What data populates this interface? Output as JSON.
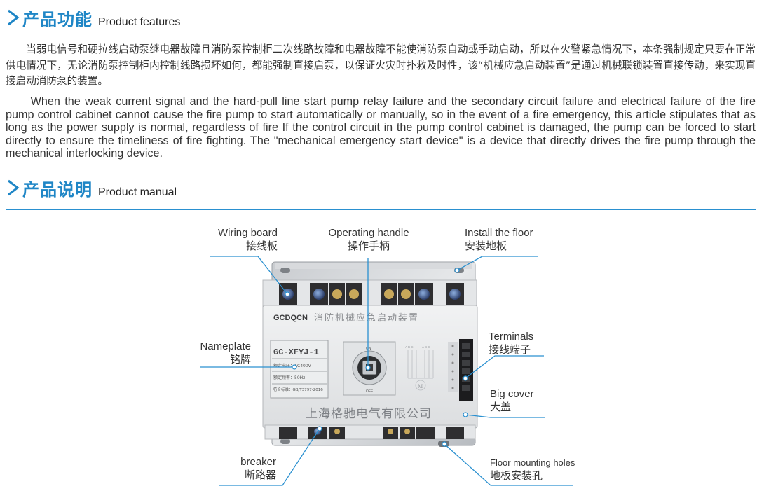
{
  "features": {
    "title_zh": "产品功能",
    "title_en": "Product features",
    "text_zh": "当弱电信号和硬拉线启动泵继电器故障且消防泵控制柜二次线路故障和电器故障不能使消防泵自动或手动启动，所以在火警紧急情况下，本条强制规定只要在正常供电情况下，无论消防泵控制柜内控制线路损坏如何，都能强制直接启泵，以保证火灾时扑救及时性，该“机械应急启动装置”是通过机械联锁装置直接传动，来实现直接启动消防泵的装置。",
    "text_en": "When the weak current signal and the hard-pull line start pump relay failure and the secondary circuit failure and electrical failure of the fire pump control cabinet cannot cause the fire pump to start automatically or manually, so in the event of a fire emergency, this article stipulates that as long as the power supply is normal, regardless of fire If the control circuit in the pump control cabinet is damaged, the pump can be forced to start directly to ensure the timeliness of fire fighting. The \"mechanical emergency start device\" is a device that directly drives the fire pump through the mechanical interlocking device."
  },
  "manual": {
    "title_zh": "产品说明",
    "title_en": "Product manual"
  },
  "labels": {
    "wiring_board": {
      "en": "Wiring board",
      "zh": "接线板"
    },
    "operating_handle": {
      "en": "Operating handle",
      "zh": "操作手柄"
    },
    "install_floor": {
      "en": "Install the floor",
      "zh": "安装地板"
    },
    "nameplate": {
      "en": "Nameplate",
      "zh": "铭牌"
    },
    "terminals": {
      "en": "Terminals",
      "zh": "接线端子"
    },
    "big_cover": {
      "en": "Big cover",
      "zh": "大盖"
    },
    "breaker": {
      "en": "breaker",
      "zh": "断路器"
    },
    "floor_holes": {
      "en": "Floor mounting holes",
      "zh": "地板安装孔"
    }
  },
  "device": {
    "brand": "GCDQCN",
    "product_name": "消防机械应急启动装置",
    "model": "GC-XFYJ-1",
    "voltage_label": "额定电压：",
    "voltage_value": "AC400V",
    "frequency_label": "额定频率：",
    "frequency_value": "50Hz",
    "standard_label": "符合标准：",
    "standard_value": "GB/T3797-2016",
    "handle_on": "ON",
    "handle_off": "OFF",
    "motor": "M",
    "phase_labels": "A B C",
    "company": "上海格驰电气有限公司"
  },
  "colors": {
    "accent": "#1f86c6",
    "leader_line": "#2a90d0"
  }
}
